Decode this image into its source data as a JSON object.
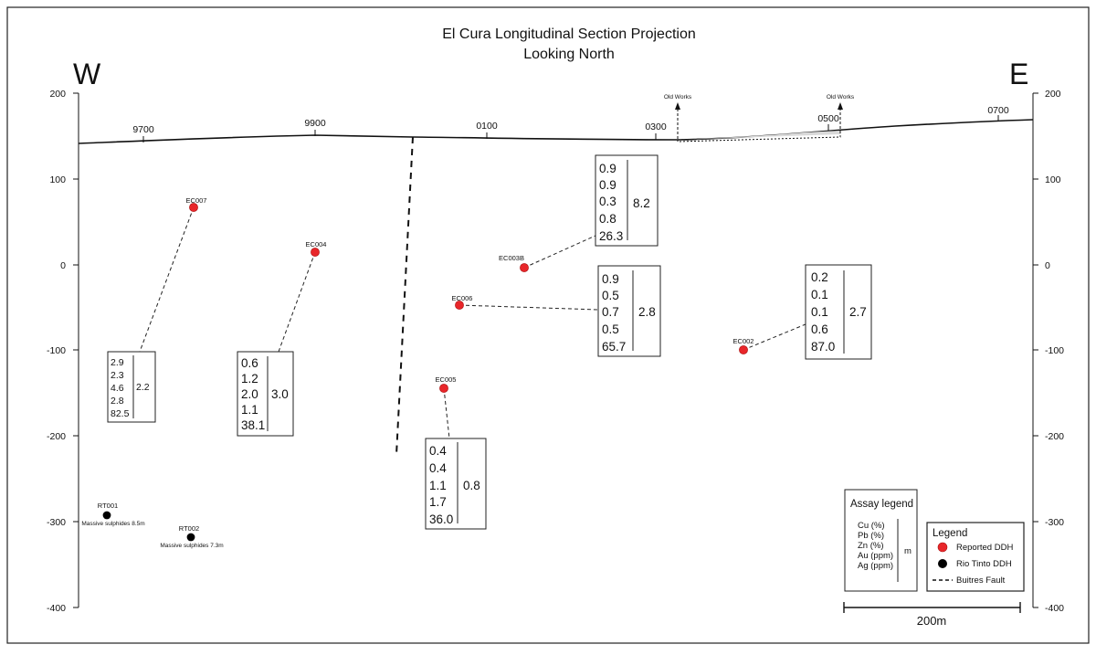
{
  "title": {
    "line1": "El Cura Longitudinal Section Projection",
    "line2": "Looking North"
  },
  "directions": {
    "west": "W",
    "east": "E"
  },
  "elevation_ticks": [
    "200",
    "100",
    "0",
    "-100",
    "-200",
    "-300",
    "-400"
  ],
  "easting_labels": [
    "9700",
    "9900",
    "0100",
    "0300",
    "0500",
    "0700"
  ],
  "old_works_label": "Old Works",
  "fault_name": "Buitres Fault",
  "holes": [
    {
      "id": "EC007",
      "type": "reported",
      "assays": [
        "2.9",
        "2.3",
        "4.6",
        "2.8",
        "82.5"
      ],
      "interval_m": "2.2",
      "size": "sm"
    },
    {
      "id": "EC004",
      "type": "reported",
      "assays": [
        "0.6",
        "1.2",
        "2.0",
        "1.1",
        "38.1"
      ],
      "interval_m": "3.0",
      "size": "lg"
    },
    {
      "id": "EC005",
      "type": "reported",
      "assays": [
        "0.4",
        "0.4",
        "1.1",
        "1.7",
        "36.0"
      ],
      "interval_m": "0.8",
      "size": "lg"
    },
    {
      "id": "EC003B",
      "type": "reported",
      "assays": [
        "0.9",
        "0.9",
        "0.3",
        "0.8",
        "26.3"
      ],
      "interval_m": "8.2",
      "size": "lg"
    },
    {
      "id": "EC006",
      "type": "reported",
      "assays": [
        "0.9",
        "0.5",
        "0.7",
        "0.5",
        "65.7"
      ],
      "interval_m": "2.8",
      "size": "lg"
    },
    {
      "id": "EC002",
      "type": "reported",
      "assays": [
        "0.2",
        "0.1",
        "0.1",
        "0.6",
        "87.0"
      ],
      "interval_m": "2.7",
      "size": "lg"
    },
    {
      "id": "RT001",
      "type": "riotinto",
      "note": "Massive sulphides 8.5m"
    },
    {
      "id": "RT002",
      "type": "riotinto",
      "note": "Massive sulphides 7.3m"
    }
  ],
  "assay_legend": {
    "title": "Assay legend",
    "items": [
      "Cu (%)",
      "Pb (%)",
      "Zn (%)",
      "Au (ppm)",
      "Ag (ppm)"
    ],
    "interval_label": "m"
  },
  "legend": {
    "title": "Legend",
    "items": [
      {
        "label": "Reported DDH",
        "color": "#e8262a"
      },
      {
        "label": "Rio Tinto DDH",
        "color": "#000000"
      },
      {
        "label": "Buitres Fault",
        "style": "dashed"
      }
    ]
  },
  "scale_bar": {
    "label": "200m"
  },
  "colors": {
    "reported": "#e8262a",
    "riotinto": "#000000",
    "line": "#111111"
  }
}
